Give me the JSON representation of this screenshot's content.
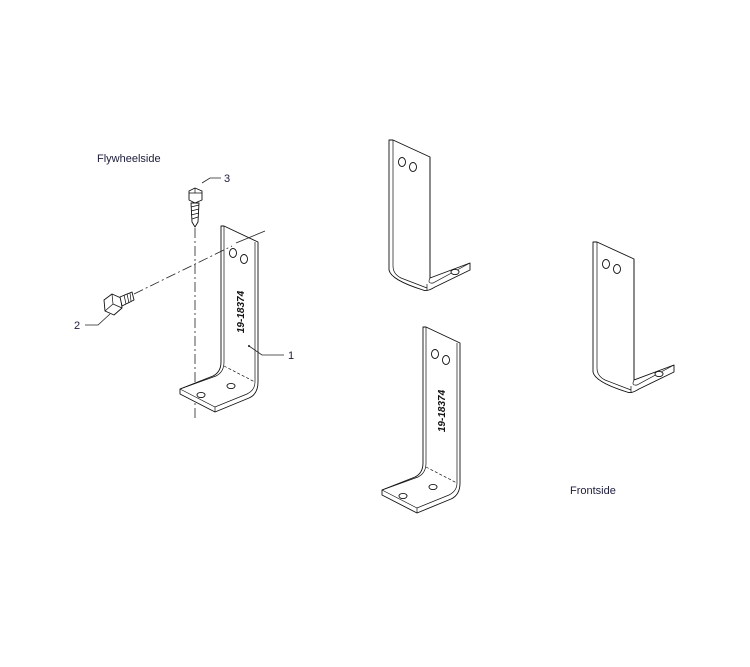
{
  "labels": {
    "flywheel_side": "Flywheelside",
    "front_side": "Frontside"
  },
  "callouts": {
    "item1": "1",
    "item2": "2",
    "item3": "3"
  },
  "part_number": "19-18374",
  "colors": {
    "line": "#111111",
    "label_text": "#1c1c3c"
  }
}
